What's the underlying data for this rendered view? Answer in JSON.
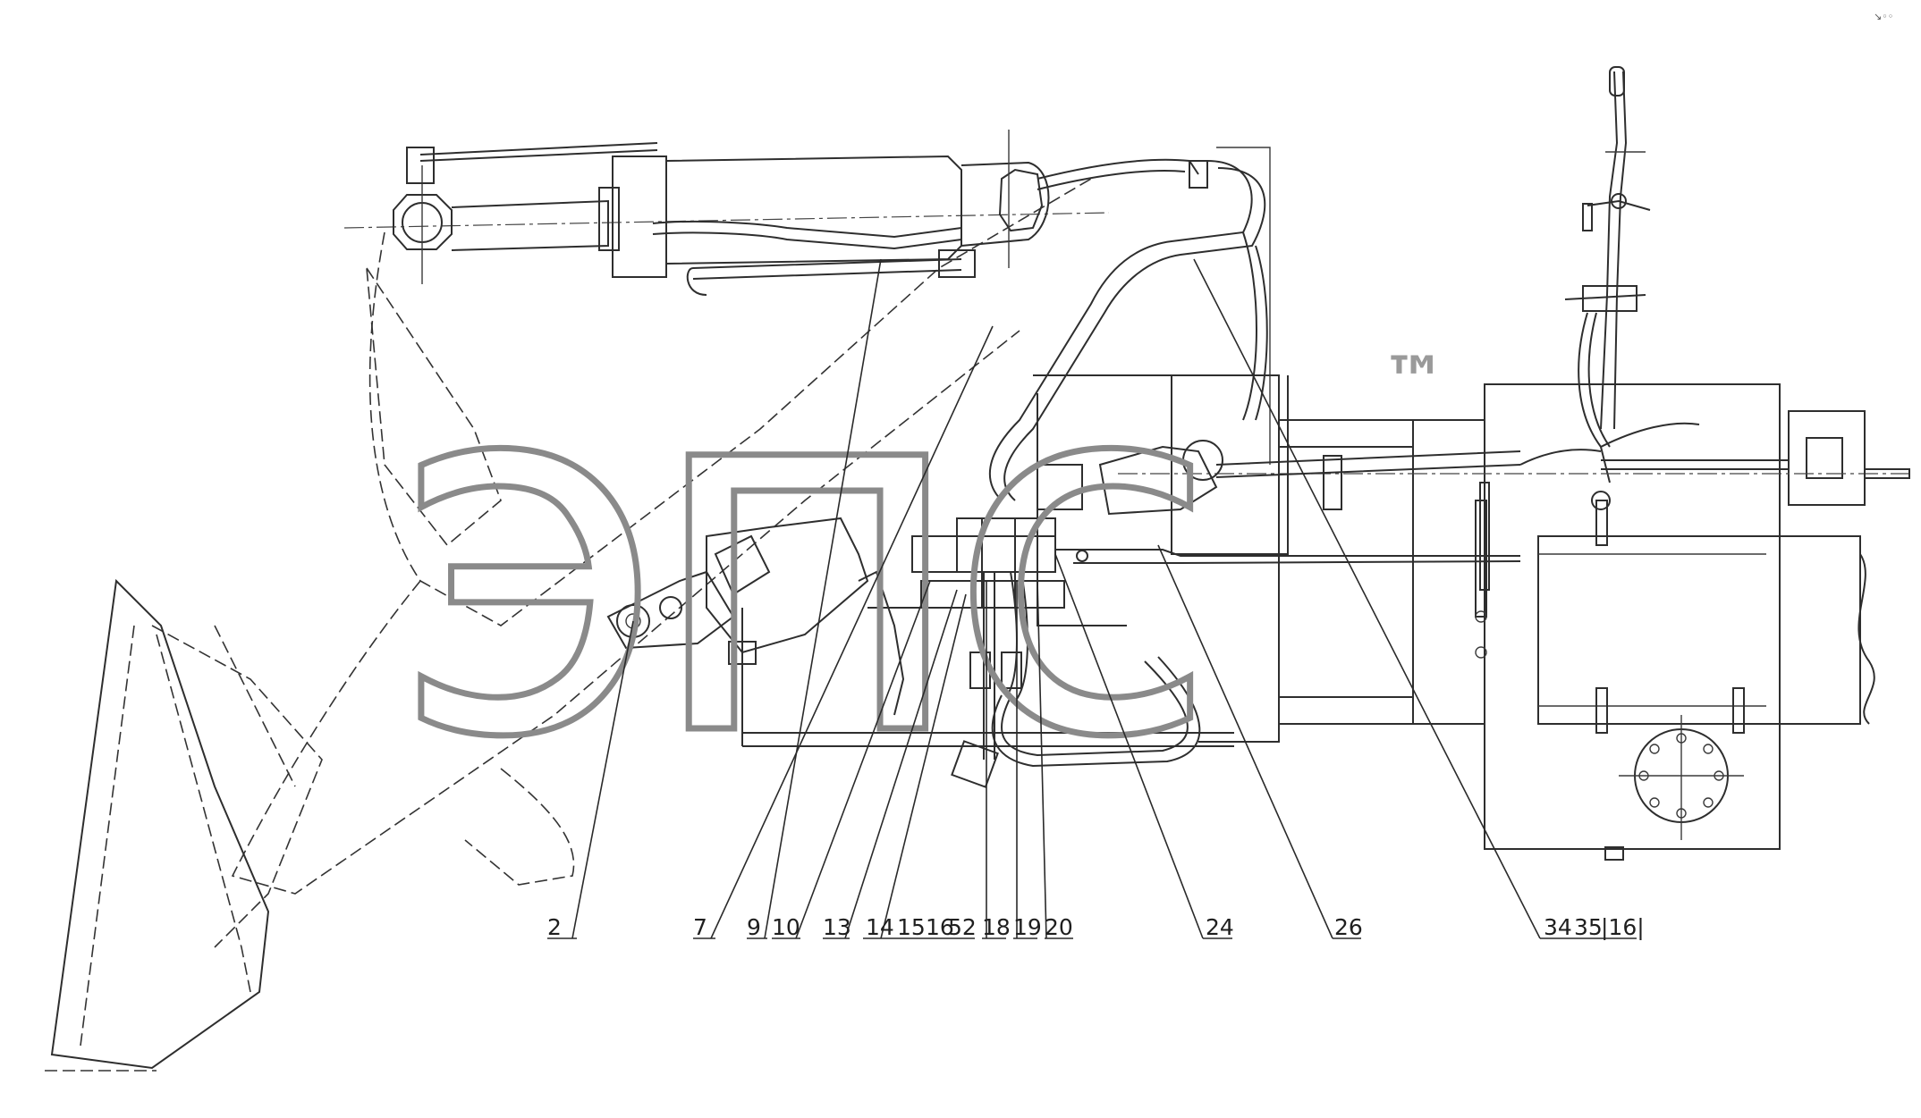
{
  "watermark": {
    "text": "эпс",
    "trademark": "™"
  },
  "corner_mark": "↘◦◦",
  "callouts": [
    {
      "id": "c2",
      "text": "2"
    },
    {
      "id": "c7",
      "text": "7"
    },
    {
      "id": "c9",
      "text": "9"
    },
    {
      "id": "c10",
      "text": "10"
    },
    {
      "id": "c13",
      "text": "13"
    },
    {
      "id": "c14",
      "text": "14"
    },
    {
      "id": "c15",
      "text": "15"
    },
    {
      "id": "c16",
      "text": "16"
    },
    {
      "id": "c52",
      "text": "52"
    },
    {
      "id": "c18",
      "text": "18"
    },
    {
      "id": "c19",
      "text": "19"
    },
    {
      "id": "c20",
      "text": "20"
    },
    {
      "id": "c24",
      "text": "24"
    },
    {
      "id": "c26",
      "text": "26"
    },
    {
      "id": "c34",
      "text": "34"
    },
    {
      "id": "c35",
      "text": "35"
    },
    {
      "id": "c161",
      "text": "|16|"
    }
  ]
}
